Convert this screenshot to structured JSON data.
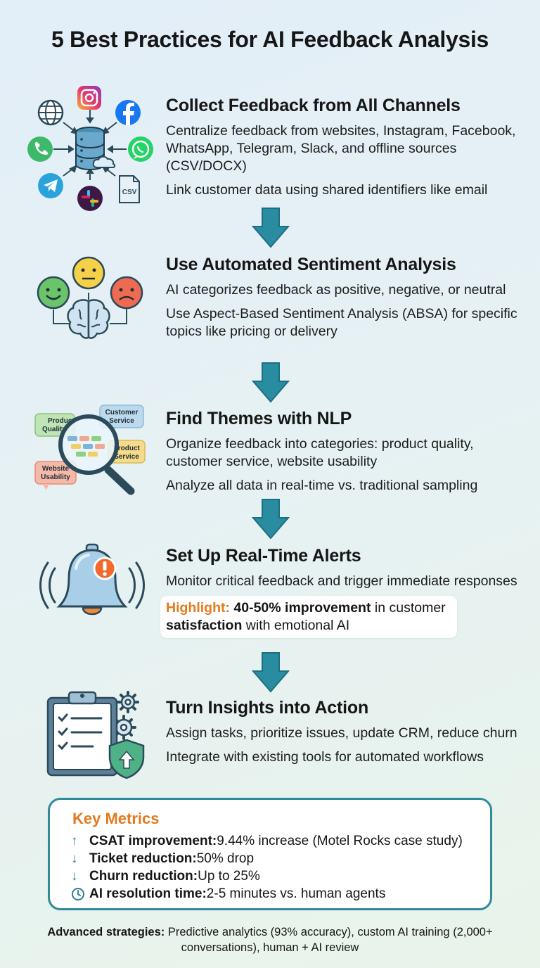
{
  "title": "5 Best Practices for AI Feedback Analysis",
  "sections": [
    {
      "heading": "Collect Feedback from All Channels",
      "text1": "Centralize feedback from websites, Instagram, Facebook, WhatsApp, Telegram, Slack, and offline sources (CSV/DOCX)",
      "text2": "Link customer data using shared identifiers like email"
    },
    {
      "heading": "Use Automated Sentiment Analysis",
      "text1": "AI categorizes feedback as positive, negative, or neutral",
      "text2": "Use Aspect-Based Sentiment Analysis (ABSA) for specific topics like pricing or delivery"
    },
    {
      "heading": "Find Themes with NLP",
      "text1": "Organize feedback into categories: product quality, customer service, website usability",
      "text2": "Analyze all data in real-time vs. traditional sampling"
    },
    {
      "heading": "Set Up Real-Time Alerts",
      "text1": "Monitor critical feedback and trigger immediate responses",
      "highlight": {
        "label": "Highlight:",
        "bold1": "40-50% improvement",
        "mid": " in customer ",
        "bold2": "satisfaction",
        "rest": " with emotional AI"
      }
    },
    {
      "heading": "Turn Insights into Action",
      "text1": "Assign tasks, prioritize issues, update CRM, reduce churn",
      "text2": "Integrate with existing tools for automated workflows"
    }
  ],
  "illustrations": {
    "csv_label": "CSV",
    "tags": [
      "Customer",
      "Service",
      "Product",
      "Quality",
      "Product",
      "Service",
      "Website",
      "Usability"
    ]
  },
  "metrics": {
    "heading": "Key Metrics",
    "items": [
      {
        "icon": "arrow-up-icon",
        "label": "CSAT improvement:",
        "value": " 9.44% increase (Motel Rocks case study)"
      },
      {
        "icon": "arrow-down-icon",
        "label": "Ticket reduction:",
        "value": " 50% drop"
      },
      {
        "icon": "arrow-down-icon",
        "label": "Churn reduction:",
        "value": " Up to 25%"
      },
      {
        "icon": "clock-icon",
        "label": "AI resolution time:",
        "value": " 2-5 minutes vs. human agents"
      }
    ]
  },
  "footer": {
    "label": "Advanced strategies:",
    "text": " Predictive analytics (93% accuracy), custom AI training (2,000+ conversations), human + AI review"
  },
  "colors": {
    "accent_teal": "#2f8a99",
    "accent_orange": "#e27a1f",
    "arrow_teal": "#2a8ca0"
  }
}
